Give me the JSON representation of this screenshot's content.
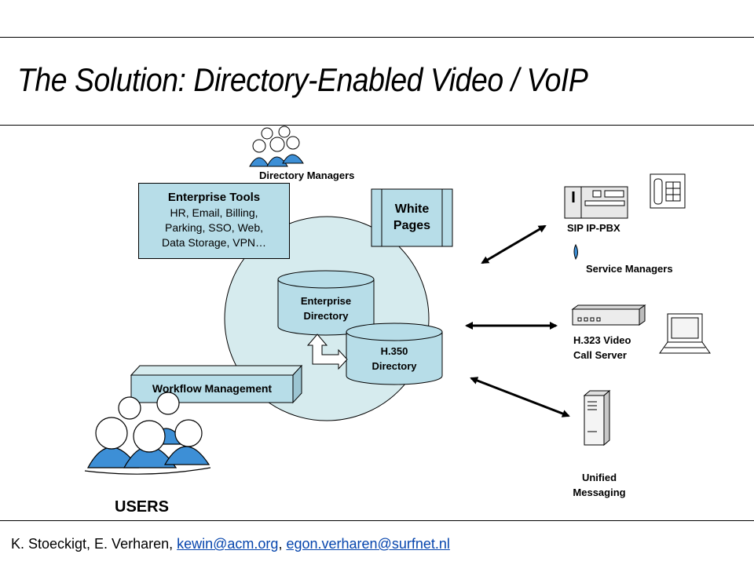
{
  "title": "The Solution: Directory-Enabled Video / VoIP",
  "labels": {
    "directory_managers": "Directory Managers",
    "enterprise_tools_title": "Enterprise Tools",
    "enterprise_tools_lines": [
      "HR, Email, Billing,",
      "Parking, SSO, Web,",
      "Data Storage, VPN…"
    ],
    "white_pages": [
      "White",
      "Pages"
    ],
    "enterprise_directory": [
      "Enterprise",
      "Directory"
    ],
    "h350_directory": [
      "H.350",
      "Directory"
    ],
    "workflow_management": "Workflow Management",
    "users": "USERS",
    "sip_pbx": "SIP IP-PBX",
    "service_managers": "Service Managers",
    "h323": [
      "H.323 Video",
      "Call Server"
    ],
    "unified_messaging": [
      "Unified",
      "Messaging"
    ]
  },
  "footer": {
    "authors": "K. Stoeckigt, E. Verharen, ",
    "email1": "kewin@acm.org",
    "separator": ", ",
    "email2": "egon.verharen@surfnet.nl"
  },
  "colors": {
    "fill": "#b7dde8",
    "circle": "#d6ebee",
    "people": "#3d8fd6",
    "link": "#0645ad"
  }
}
